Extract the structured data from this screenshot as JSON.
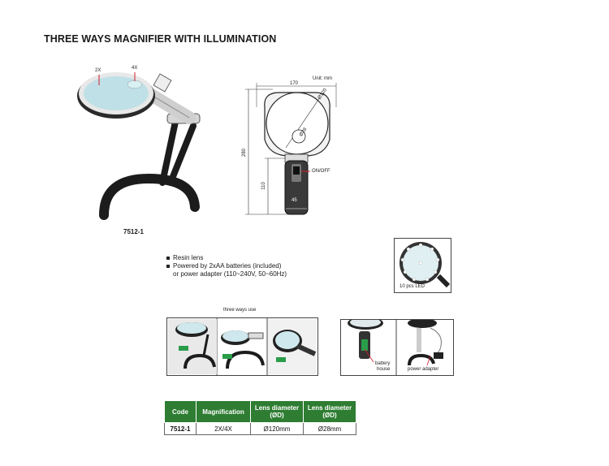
{
  "header": {
    "title": "THREE WAYS MAGNIFIER WITH ILLUMINATION"
  },
  "product": {
    "model": "7512-1",
    "photo_labels": {
      "mag_2x": "2X",
      "mag_4x": "4X"
    }
  },
  "drawing": {
    "unit": "Unit: mm",
    "width_dim": "170",
    "height_dim": "280",
    "handle_dim": "110",
    "handle_width_dim": "45",
    "lens_big": "Ø120",
    "lens_small": "Ø28",
    "switch_label": "ON/OFF"
  },
  "features": [
    "Resin lens",
    "Powered by 2xAA batteries (included)",
    "or power adapter (110~240V, 50~60Hz)"
  ],
  "led_photo": {
    "caption": "10 pcs LED"
  },
  "three_ways": {
    "caption": "three ways use"
  },
  "power_photos": {
    "battery_caption_1": "battery",
    "battery_caption_2": "house",
    "adapter_caption": "power adapter"
  },
  "spec_table": {
    "headers": [
      "Code",
      "Magnification",
      "Lens diameter (ØD)",
      "Lens diameter (ØD)"
    ],
    "rows": [
      [
        "7512-1",
        "2X/4X",
        "Ø120mm",
        "Ø28mm"
      ]
    ]
  },
  "colors": {
    "header_green": "#2e7d32",
    "accent_red": "#d01f2f"
  }
}
